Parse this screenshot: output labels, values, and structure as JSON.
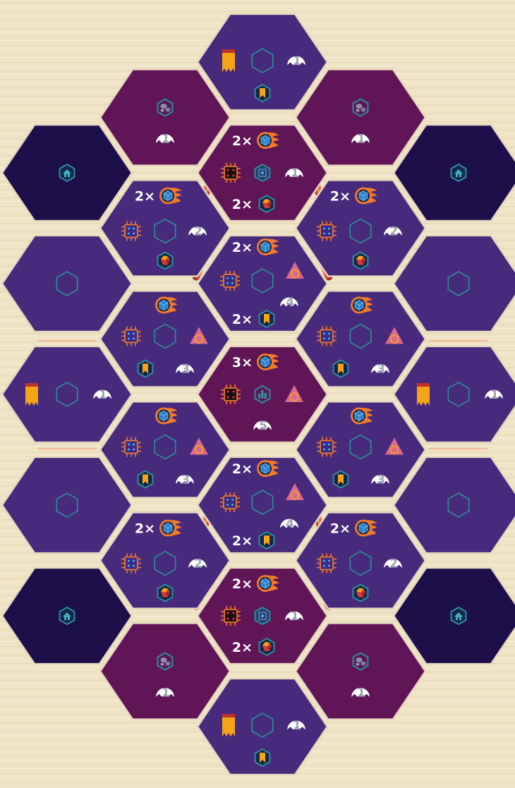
{
  "board": {
    "name": ""
  },
  "colors": {
    "parchment": "#efe4c6",
    "hex_violet": "#472a7c",
    "hex_magenta": "#5f1556",
    "hex_navy": "#1c0f4a",
    "hex_edge": "#e8d6c0",
    "teal": "#2e8e9a",
    "orange": "#f07a2a",
    "gold": "#f0a21c",
    "dice_red": "#e0203a",
    "blue_cube": "#2c80c8",
    "crystal_red": "#d43a3a",
    "pink_tri": "#d96a8f",
    "badge_white": "#ffffff"
  },
  "legend": {
    "multiplier_2": "2×",
    "multiplier_3": "3×",
    "level_1": "1",
    "level_2": "2",
    "level_3": "3",
    "level_4": "4",
    "level_5": "5"
  },
  "icons": [
    "home-icon",
    "empty-hex-slot-icon",
    "banner-icon",
    "bookmark-icon",
    "asteroid-icon",
    "comet-cube-icon",
    "chip-icon",
    "dice-icon",
    "tech-icon",
    "city-icon",
    "crystal-icon",
    "triangle-hazard-icon",
    "level-badge-icon",
    "lava-wall"
  ],
  "tiles": [
    {
      "id": "r0c2",
      "color": "hex_violet",
      "items": [
        {
          "icon": "banner"
        },
        {
          "icon": "slot"
        },
        {
          "badge": "1"
        },
        {
          "icon": "bookmark"
        }
      ]
    },
    {
      "id": "r1c1",
      "color": "hex_magenta",
      "items": [
        {
          "icon": "asteroid"
        },
        {
          "badge": "1"
        }
      ]
    },
    {
      "id": "r1c3",
      "color": "hex_magenta",
      "items": [
        {
          "icon": "asteroid"
        },
        {
          "badge": "1"
        }
      ]
    },
    {
      "id": "r2c0",
      "color": "hex_navy",
      "items": [
        {
          "icon": "home"
        }
      ]
    },
    {
      "id": "r2c2",
      "color": "hex_magenta",
      "items": [
        {
          "text": "2×",
          "icon": "comet"
        },
        {
          "icon": "dice"
        },
        {
          "icon": "tech"
        },
        {
          "badge": "1"
        },
        {
          "text": "2×",
          "icon": "crystal"
        }
      ]
    },
    {
      "id": "r2c4",
      "color": "hex_navy",
      "items": [
        {
          "icon": "home"
        }
      ]
    },
    {
      "id": "r3c1",
      "color": "hex_violet",
      "items": [
        {
          "text": "2×",
          "icon": "comet"
        },
        {
          "icon": "chip"
        },
        {
          "icon": "slot"
        },
        {
          "badge": "2"
        },
        {
          "icon": "crystal"
        }
      ]
    },
    {
      "id": "r3c3",
      "color": "hex_violet",
      "items": [
        {
          "text": "2×",
          "icon": "comet"
        },
        {
          "icon": "chip"
        },
        {
          "icon": "slot"
        },
        {
          "badge": "2"
        },
        {
          "icon": "crystal"
        }
      ]
    },
    {
      "id": "r4c0",
      "color": "hex_violet",
      "items": [
        {
          "icon": "slot"
        }
      ]
    },
    {
      "id": "r4c2",
      "color": "hex_violet",
      "items": [
        {
          "text": "2×",
          "icon": "comet"
        },
        {
          "icon": "chip"
        },
        {
          "icon": "slot"
        },
        {
          "icon": "triangle"
        },
        {
          "badge": "4"
        },
        {
          "text": "2×",
          "icon": "bookmark"
        }
      ]
    },
    {
      "id": "r4c4",
      "color": "hex_violet",
      "items": [
        {
          "icon": "slot"
        }
      ]
    },
    {
      "id": "r5c1",
      "color": "hex_violet",
      "items": [
        {
          "icon": "comet"
        },
        {
          "icon": "chip"
        },
        {
          "icon": "slot"
        },
        {
          "icon": "triangle"
        },
        {
          "icon": "bookmark"
        },
        {
          "badge": "3"
        }
      ]
    },
    {
      "id": "r5c3",
      "color": "hex_violet",
      "items": [
        {
          "icon": "comet"
        },
        {
          "icon": "chip"
        },
        {
          "icon": "slot"
        },
        {
          "icon": "triangle"
        },
        {
          "icon": "bookmark"
        },
        {
          "badge": "3"
        }
      ]
    },
    {
      "id": "r6c0",
      "color": "hex_violet",
      "items": [
        {
          "icon": "banner"
        },
        {
          "icon": "slot"
        },
        {
          "badge": "1"
        }
      ]
    },
    {
      "id": "r6c2",
      "color": "hex_magenta",
      "items": [
        {
          "text": "3×",
          "icon": "comet"
        },
        {
          "icon": "dice"
        },
        {
          "icon": "city"
        },
        {
          "icon": "triangle"
        },
        {
          "badge": "5"
        }
      ]
    },
    {
      "id": "r6c4",
      "color": "hex_violet",
      "items": [
        {
          "icon": "banner"
        },
        {
          "icon": "slot"
        },
        {
          "badge": "1"
        }
      ]
    },
    {
      "id": "r7c1",
      "color": "hex_violet",
      "items": [
        {
          "icon": "comet"
        },
        {
          "icon": "chip"
        },
        {
          "icon": "slot"
        },
        {
          "icon": "triangle"
        },
        {
          "icon": "bookmark"
        },
        {
          "badge": "3"
        }
      ]
    },
    {
      "id": "r7c3",
      "color": "hex_violet",
      "items": [
        {
          "icon": "comet"
        },
        {
          "icon": "chip"
        },
        {
          "icon": "slot"
        },
        {
          "icon": "triangle"
        },
        {
          "icon": "bookmark"
        },
        {
          "badge": "3"
        }
      ]
    },
    {
      "id": "r8c0",
      "color": "hex_violet",
      "items": [
        {
          "icon": "slot"
        }
      ]
    },
    {
      "id": "r8c2",
      "color": "hex_violet",
      "items": [
        {
          "text": "2×",
          "icon": "comet"
        },
        {
          "icon": "chip"
        },
        {
          "icon": "slot"
        },
        {
          "icon": "triangle"
        },
        {
          "badge": "4"
        },
        {
          "text": "2×",
          "icon": "bookmark"
        }
      ]
    },
    {
      "id": "r8c4",
      "color": "hex_violet",
      "items": [
        {
          "icon": "slot"
        }
      ]
    },
    {
      "id": "r9c1",
      "color": "hex_violet",
      "items": [
        {
          "text": "2×",
          "icon": "comet"
        },
        {
          "icon": "chip"
        },
        {
          "icon": "slot"
        },
        {
          "badge": "2"
        },
        {
          "icon": "crystal"
        }
      ]
    },
    {
      "id": "r9c3",
      "color": "hex_violet",
      "items": [
        {
          "text": "2×",
          "icon": "comet"
        },
        {
          "icon": "chip"
        },
        {
          "icon": "slot"
        },
        {
          "badge": "2"
        },
        {
          "icon": "crystal"
        }
      ]
    },
    {
      "id": "r10c0",
      "color": "hex_navy",
      "items": [
        {
          "icon": "home"
        }
      ]
    },
    {
      "id": "r10c2",
      "color": "hex_magenta",
      "items": [
        {
          "text": "2×",
          "icon": "comet"
        },
        {
          "icon": "dice"
        },
        {
          "icon": "tech"
        },
        {
          "badge": "1"
        },
        {
          "text": "2×",
          "icon": "crystal"
        }
      ]
    },
    {
      "id": "r10c4",
      "color": "hex_navy",
      "items": [
        {
          "icon": "home"
        }
      ]
    },
    {
      "id": "r11c1",
      "color": "hex_magenta",
      "items": [
        {
          "icon": "asteroid"
        },
        {
          "badge": "1"
        }
      ]
    },
    {
      "id": "r11c3",
      "color": "hex_magenta",
      "items": [
        {
          "icon": "asteroid"
        },
        {
          "badge": "1"
        }
      ]
    },
    {
      "id": "r12c2",
      "color": "hex_violet",
      "items": [
        {
          "icon": "banner"
        },
        {
          "icon": "slot"
        },
        {
          "badge": "1"
        },
        {
          "icon": "bookmark"
        }
      ]
    }
  ]
}
